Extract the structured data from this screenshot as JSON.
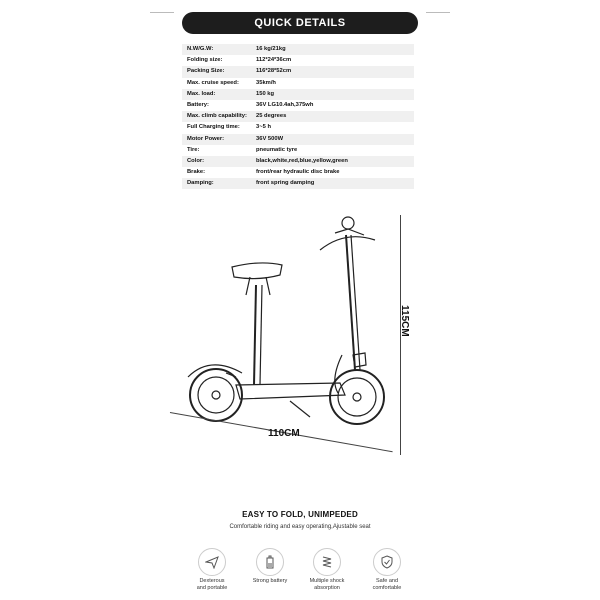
{
  "header": {
    "title": "QUICK DETAILS"
  },
  "specs": [
    {
      "label": "N.W/G.W:",
      "value": "16 kg/21kg"
    },
    {
      "label": "Folding size:",
      "value": "112*24*36cm"
    },
    {
      "label": "Packing Size:",
      "value": "116*28*52cm"
    },
    {
      "label": "Max. cruise speed:",
      "value": "35km/h"
    },
    {
      "label": "Max. load:",
      "value": "150 kg"
    },
    {
      "label": "Battery:",
      "value": "36V LG10.4ah,375wh"
    },
    {
      "label": "Max. climb capability:",
      "value": "25 degrees"
    },
    {
      "label": "Full Charging time:",
      "value": "3~5 h"
    },
    {
      "label": "Motor Power:",
      "value": "36V 500W"
    },
    {
      "label": "Tire:",
      "value": "pneumatic tyre"
    },
    {
      "label": "Color:",
      "value": "black,white,red,blue,yellow,green"
    },
    {
      "label": "Brake:",
      "value": "front/rear hydraulic disc brake"
    },
    {
      "label": "Damping:",
      "value": "front spring damping"
    }
  ],
  "dimensions": {
    "length": "110CM",
    "height": "115CM"
  },
  "features": {
    "heading": "EASY TO FOLD, UNIMPEDED",
    "subheading": "Comfortable riding and easy operating,Ajustable seat",
    "items": [
      {
        "icon": "paper-plane-icon",
        "label": "Dexterous\nand portable"
      },
      {
        "icon": "battery-icon",
        "label": "Strong battery"
      },
      {
        "icon": "spring-icon",
        "label": "Multiple shock\nabsorption"
      },
      {
        "icon": "shield-check-icon",
        "label": "Safe and\ncomfortable"
      }
    ]
  }
}
